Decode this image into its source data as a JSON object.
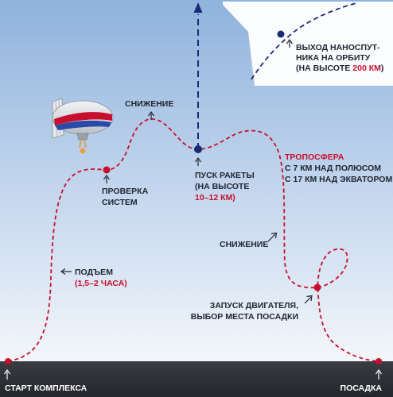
{
  "colors": {
    "sky_top": "#8fb3dc",
    "sky_bottom": "#f4f7fb",
    "ground_top": "#3a3d42",
    "ground_bottom": "#23252a",
    "route": "#c8102e",
    "rocket": "#1a2a78",
    "label": "#1f2430",
    "accent": "#c8102e",
    "inset_bg": "#ffffff"
  },
  "labels": {
    "descent_1": "СНИЖЕНИЕ",
    "check": [
      "ПРОВЕРКА",
      "СИСТЕМ"
    ],
    "launch": [
      "ПУСК РАКЕТЫ",
      "(НА ВЫСОТЕ",
      "10–12 КМ)"
    ],
    "troposphere": [
      "ТРОПОСФЕРА",
      "С 7 КМ НАД ПОЛЮСОМ",
      "С 17 КМ НАД ЭКВАТОРОМ"
    ],
    "descent_2": "СНИЖЕНИЕ",
    "ascent": [
      "ПОДЪЕМ",
      "(1,5–2 ЧАСА)"
    ],
    "engine": [
      "ЗАПУСК ДВИГАТЕЛЯ,",
      "ВЫБОР МЕСТА ПОСАДКИ"
    ],
    "start": "СТАРТ КОМПЛЕКСА",
    "landing": "ПОСАДКА",
    "orbit": [
      "ВЫХОД НАНОСПУТ-",
      "НИКА НА ОРБИТУ",
      "(НА ВЫСОТЕ ",
      "200 КМ",
      ")"
    ]
  },
  "icons": {
    "airship": "airship-icon",
    "arrow": "arrow-icon"
  }
}
